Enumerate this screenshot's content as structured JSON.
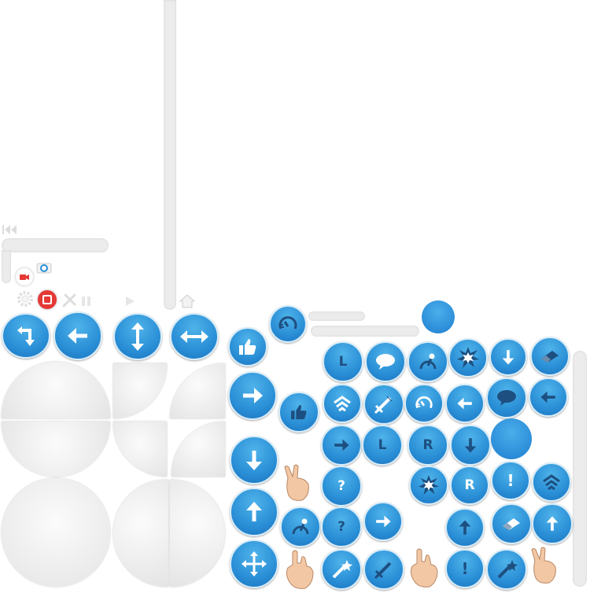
{
  "sheet": {
    "kind": "game UI sprite atlas",
    "accent_color": "#2a8fd6",
    "icon_dark_color": "#1d4f80",
    "record_color": "#e53935"
  },
  "small_icons": [
    "rewind-icon",
    "camera-icon",
    "record-video-icon",
    "gear-icon",
    "stop-icon",
    "tools-icon",
    "pause-icon",
    "play-icon",
    "home-icon"
  ],
  "letters": {
    "left": "L",
    "right": "R",
    "help": "?",
    "alert": "!"
  },
  "buttons": [
    "turn-icon",
    "arrow-left-icon",
    "arrow-updown-icon",
    "arrow-leftright-icon",
    "thumbs-up-icon",
    "arrow-right-icon",
    "arrow-down-icon",
    "arrow-up-icon",
    "move-icon",
    "speedometer-icon",
    "chat-bubble-icon",
    "lever-icon",
    "explosion-icon",
    "eraser-icon",
    "wifi-icon",
    "sword-icon",
    "magic-wand-icon",
    "hand-gesture-icon"
  ]
}
